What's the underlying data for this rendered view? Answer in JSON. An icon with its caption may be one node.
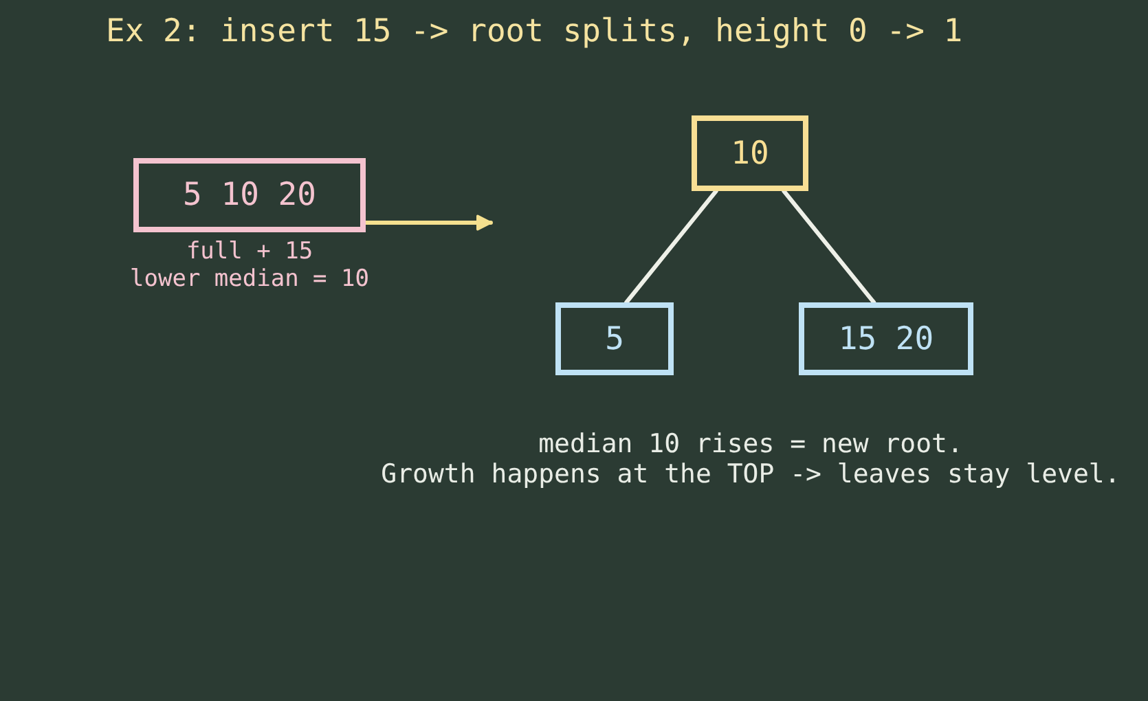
{
  "diagram": {
    "title": "Ex 2: insert 15 -> root splits, height 0 -> 1",
    "nodes": [
      {
        "text": [
          "5 10 20"
        ],
        "beside": [
          "full + 15",
          "lower median = 10"
        ]
      },
      {
        "text": [
          "10"
        ]
      },
      {
        "text": [
          "5"
        ]
      },
      {
        "text": [
          "15 20"
        ]
      }
    ],
    "edges": [
      {
        "from": 0,
        "to": null,
        "arrow": "to",
        "color": "#f5e08f"
      },
      {
        "from": 1,
        "to": 2,
        "arrow": "none"
      },
      {
        "from": 1,
        "to": 3,
        "arrow": "none"
      }
    ],
    "labels": [
      "median 10 rises = new root.",
      "Growth happens at the TOP -> leaves stay level."
    ]
  }
}
